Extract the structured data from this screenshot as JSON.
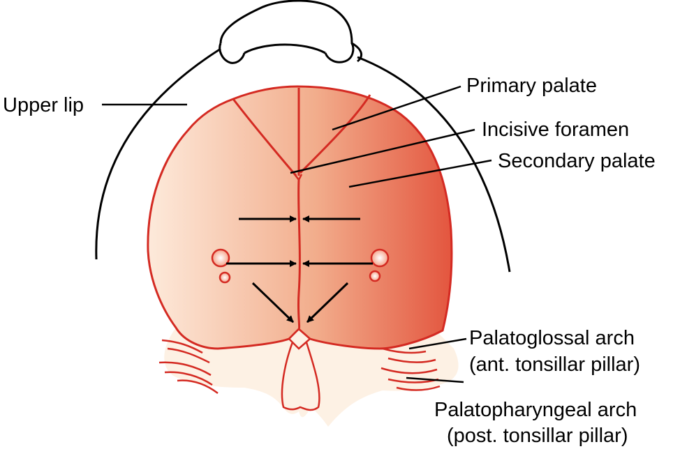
{
  "labels": {
    "upper_lip": "Upper lip",
    "primary_palate": "Primary palate",
    "incisive_foramen": "Incisive foramen",
    "secondary_palate": "Secondary palate",
    "palatoglossal_line1": "Palatoglossal arch",
    "palatoglossal_line2": "(ant. tonsillar pillar)",
    "palatopharyngeal_line1": "Palatopharyngeal arch",
    "palatopharyngeal_line2": "(post. tonsillar pillar)"
  },
  "colors": {
    "outline_red": "#d42a22",
    "palate_light": "#fde6d4",
    "palate_mid": "#f0a07e",
    "palate_dark": "#e3553e",
    "soft_tissue": "#fdf1e4",
    "ink": "#000000"
  }
}
